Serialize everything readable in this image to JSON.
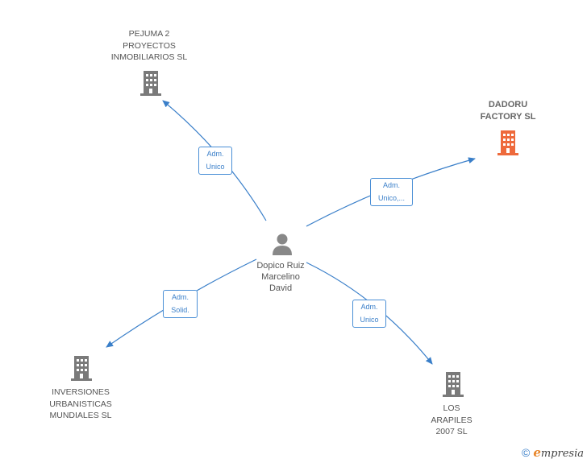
{
  "colors": {
    "edge": "#3a7fc9",
    "company": "#7a7a7a",
    "company_focus": "#ee6a3c",
    "person": "#888888"
  },
  "nodes": {
    "pejuma": {
      "label": "PEJUMA 2\nPROYECTOS\nINMOBILIARIOS SL",
      "icon": "building-icon"
    },
    "dadoru": {
      "label": "DADORU\nFACTORY  SL",
      "icon": "building-icon"
    },
    "person": {
      "label": "Dopico Ruiz\nMarcelino\nDavid",
      "icon": "person-icon"
    },
    "inversiones": {
      "label": "INVERSIONES\nURBANISTICAS\nMUNDIALES SL",
      "icon": "building-icon"
    },
    "arapiles": {
      "label": "LOS\nARAPILES\n2007 SL",
      "icon": "building-icon"
    }
  },
  "edges": {
    "pejuma": "Adm.\nUnico",
    "dadoru": "Adm.\nUnico,...",
    "inversiones": "Adm.\nSolid.",
    "arapiles": "Adm.\nUnico"
  },
  "footer": {
    "copyright": "©",
    "brand_initial": "e",
    "brand_rest": "mpresia"
  }
}
